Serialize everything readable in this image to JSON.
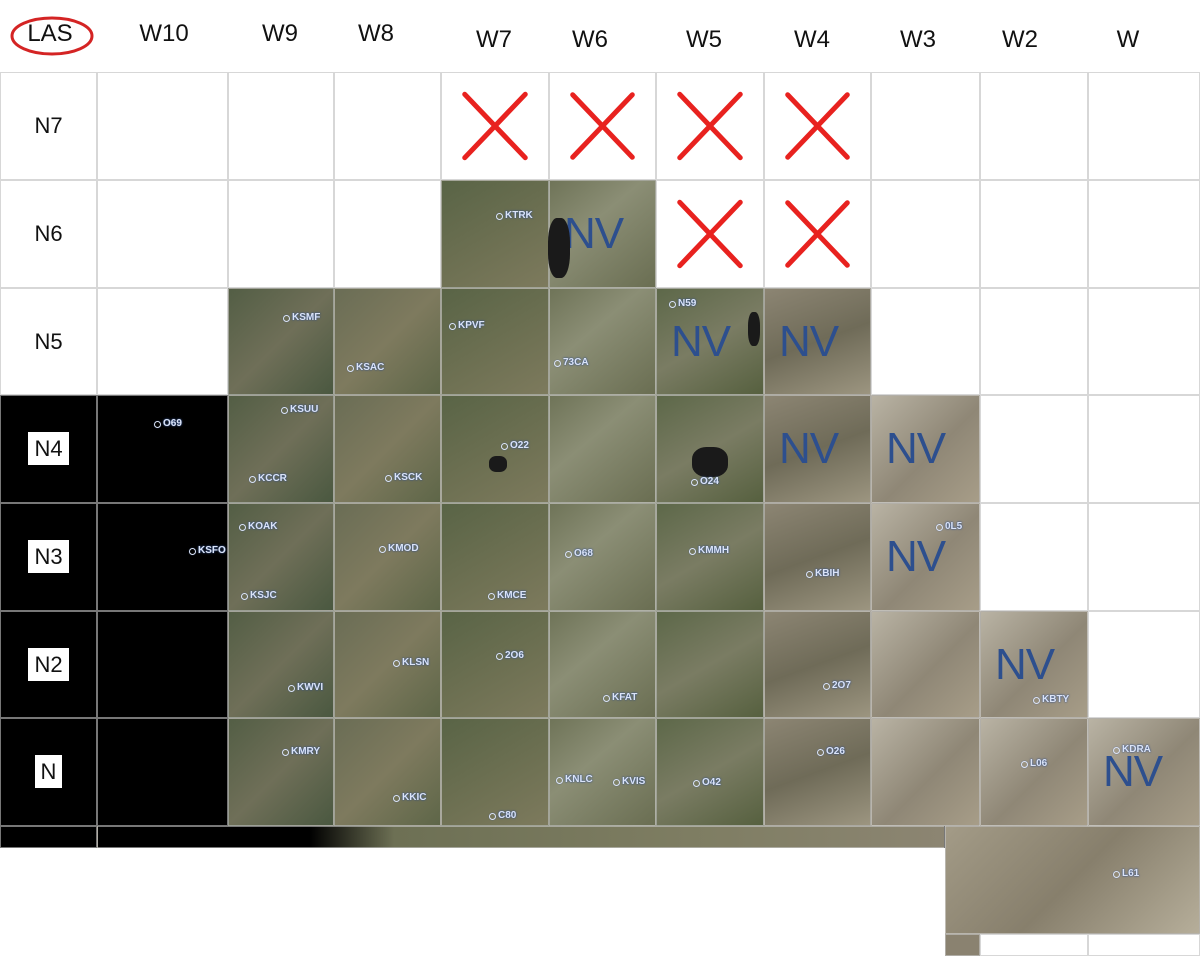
{
  "corner_label": "LAS",
  "columns": [
    "W10",
    "W9",
    "W8",
    "W7",
    "W6",
    "W5",
    "W4",
    "W3",
    "W2",
    "W"
  ],
  "rows": [
    "N7",
    "N6",
    "N5",
    "N4",
    "N3",
    "N2",
    "N"
  ],
  "colors": {
    "nv_text": "#2d4f8e",
    "x_mark": "#e8221f",
    "corner_circle": "#d42424",
    "grid_line": "#d7d7d7"
  },
  "cells": {
    "N7": [
      "white",
      "white",
      "white",
      "x",
      "x",
      "x",
      "x",
      "white",
      "white",
      "white"
    ],
    "N6": [
      "white",
      "white",
      "white",
      "imagery",
      "nv",
      "x",
      "x",
      "white",
      "white",
      "white"
    ],
    "N5": [
      "white",
      "imagery",
      "imagery",
      "imagery",
      "imagery",
      "nv",
      "nv",
      "white",
      "white",
      "white"
    ],
    "N4": [
      "black",
      "imagery",
      "imagery",
      "imagery",
      "imagery",
      "imagery",
      "nv",
      "nv",
      "white",
      "white"
    ],
    "N3": [
      "black",
      "imagery",
      "imagery",
      "imagery",
      "imagery",
      "imagery",
      "imagery",
      "nv",
      "white",
      "white"
    ],
    "N2": [
      "black",
      "imagery",
      "imagery",
      "imagery",
      "imagery",
      "imagery",
      "imagery",
      "imagery",
      "nv",
      "white"
    ],
    "N": [
      "black",
      "imagery",
      "imagery",
      "imagery",
      "imagery",
      "imagery",
      "imagery",
      "imagery",
      "imagery",
      "nv"
    ]
  },
  "nv_label": "NV",
  "airports": [
    "KTRK",
    "KSMF",
    "KPVF",
    "KSAC",
    "N59",
    "73CA",
    "KSUU",
    "O69",
    "O22",
    "KCCR",
    "KSCK",
    "O24",
    "KOAK",
    "0L5",
    "KSFO",
    "KMOD",
    "O68",
    "KMMH",
    "KSJC",
    "KBIH",
    "KMCE",
    "KWVI",
    "KLSN",
    "2O6",
    "2O7",
    "KFAT",
    "KBTY",
    "KMRY",
    "O26",
    "L06",
    "KDRA",
    "KNLC",
    "KVIS",
    "O42",
    "KKIC",
    "C80",
    "L61"
  ]
}
